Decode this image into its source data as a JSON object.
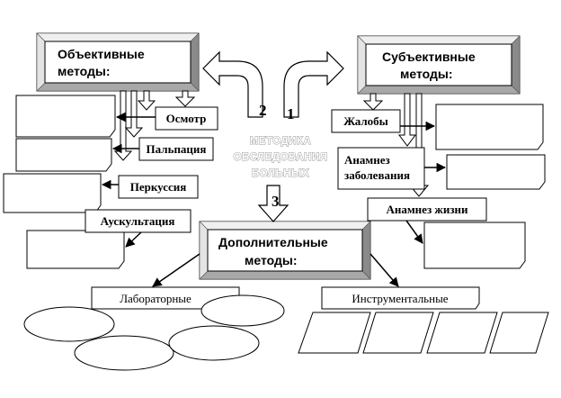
{
  "diagram": {
    "center_lines": [
      "МЕТОДИКА",
      "ОБСЛЕДОВАНИЯ",
      "БОЛЬНЫХ"
    ],
    "objective": {
      "title_lines": [
        "Объективные",
        "методы:"
      ],
      "number": "2",
      "items": [
        "Осмотр",
        "Пальпация",
        "Перкуссия",
        "Аускультация"
      ]
    },
    "subjective": {
      "title_lines": [
        "Субъективные",
        "методы:"
      ],
      "number": "1",
      "items": [
        "Жалобы",
        "Анамнез заболевания",
        "Анамнез жизни"
      ],
      "anamnesis_lines": [
        "Анамнез",
        "заболевания"
      ]
    },
    "additional": {
      "title_lines": [
        "Дополнительные",
        "методы:"
      ],
      "number": "3",
      "items": [
        "Лабораторные",
        "Инструментальные"
      ]
    }
  }
}
